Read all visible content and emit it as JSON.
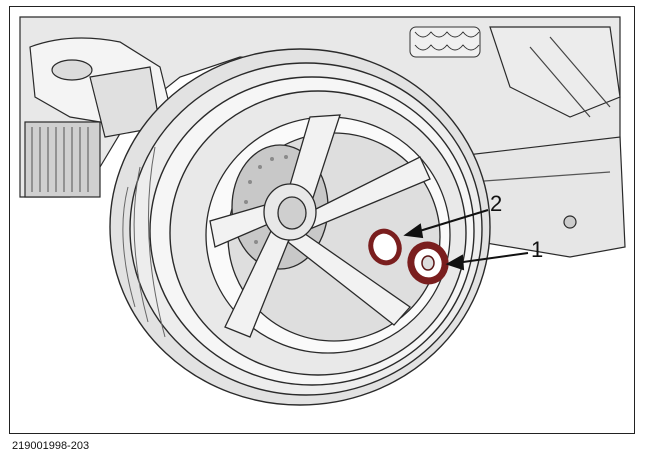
{
  "figure": {
    "id": "219001998-203",
    "callouts": [
      {
        "number": "1",
        "part": "nut"
      },
      {
        "number": "2",
        "part": "washer"
      }
    ]
  },
  "colors": {
    "line": "#2a2a2a",
    "shade_light": "#f2f2f2",
    "shade_mid": "#d9d9d9",
    "shade_dark": "#b3b3b3",
    "part_highlight": "#7a1e1e"
  },
  "icons": [
    "nut-part",
    "washer-part",
    "callout-arrow"
  ]
}
